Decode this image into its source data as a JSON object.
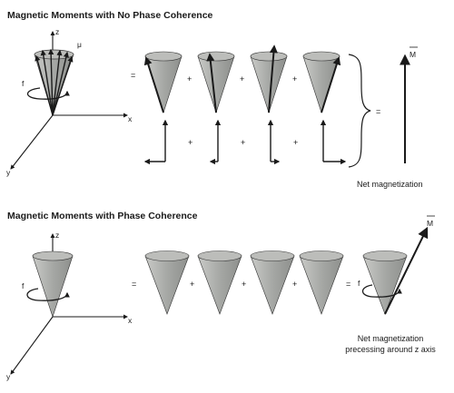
{
  "top_panel": {
    "title": "Magnetic Moments with No Phase Coherence",
    "axis_z": "z",
    "axis_x": "x",
    "axis_y": "y",
    "label_mu": "μ",
    "label_f": "f",
    "op_equals": "=",
    "op_plus": "+",
    "op_brace_equals": "=",
    "vector_label": "M",
    "caption": "Net magnetization"
  },
  "bottom_panel": {
    "title": "Magnetic Moments with Phase Coherence",
    "axis_z": "z",
    "axis_x": "x",
    "axis_y": "y",
    "label_f": "f",
    "label_f_result": "f",
    "op_equals": "=",
    "op_plus": "+",
    "op_result_equals": "=",
    "vector_label": "M",
    "caption_line1": "Net magnetization",
    "caption_line2": "precessing around z axis"
  },
  "colors": {
    "cone_fill": "#a9aba8",
    "cone_light": "#c7c8c5",
    "cone_dark": "#8e908d",
    "ink": "#1a1a1a"
  }
}
